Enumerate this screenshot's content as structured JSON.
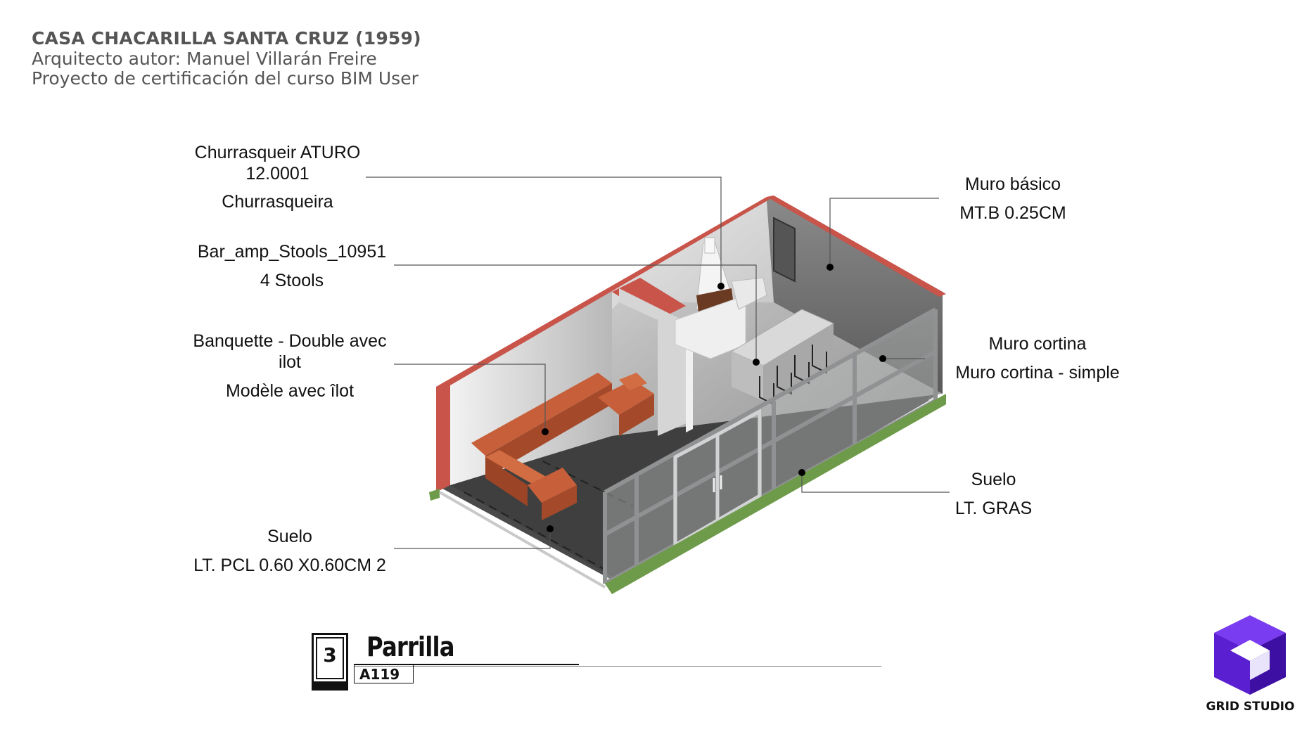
{
  "header": {
    "title": "CASA CHACARILLA SANTA CRUZ (1959)",
    "architect": "Arquitecto autor: Manuel Villarán Freire",
    "project": "Proyecto de certificación del curso BIM User"
  },
  "annotations": {
    "churrasquera": {
      "line1": "Churrasqueir ATURO",
      "line2": "12.0001",
      "line3": "Churrasqueira"
    },
    "stools": {
      "line1": "Bar_amp_Stools_10951",
      "line2": "4 Stools"
    },
    "banquette": {
      "line1": "Banquette - Double avec",
      "line2": "ilot",
      "line3": "Modèle avec îlot"
    },
    "suelo_left": {
      "line1": "Suelo",
      "line2": "LT. PCL 0.60 X0.60CM 2"
    },
    "muro_basico": {
      "line1": "Muro básico",
      "line2": "MT.B 0.25CM"
    },
    "muro_cortina": {
      "line1": "Muro cortina",
      "line2": "Muro cortina - simple"
    },
    "suelo_right": {
      "line1": "Suelo",
      "line2": "LT. GRAS"
    }
  },
  "title_block": {
    "number": "3",
    "view_name": "Parrilla",
    "sheet": "A119"
  },
  "logo": {
    "name": "GRID STUDIO",
    "color": "#5a1fd1"
  },
  "colors": {
    "wall_top": "#c8544a",
    "sofa": "#c7603a",
    "grass": "#6e9b4a",
    "glass": "#8f9192",
    "floor": "#4a4a4a"
  }
}
